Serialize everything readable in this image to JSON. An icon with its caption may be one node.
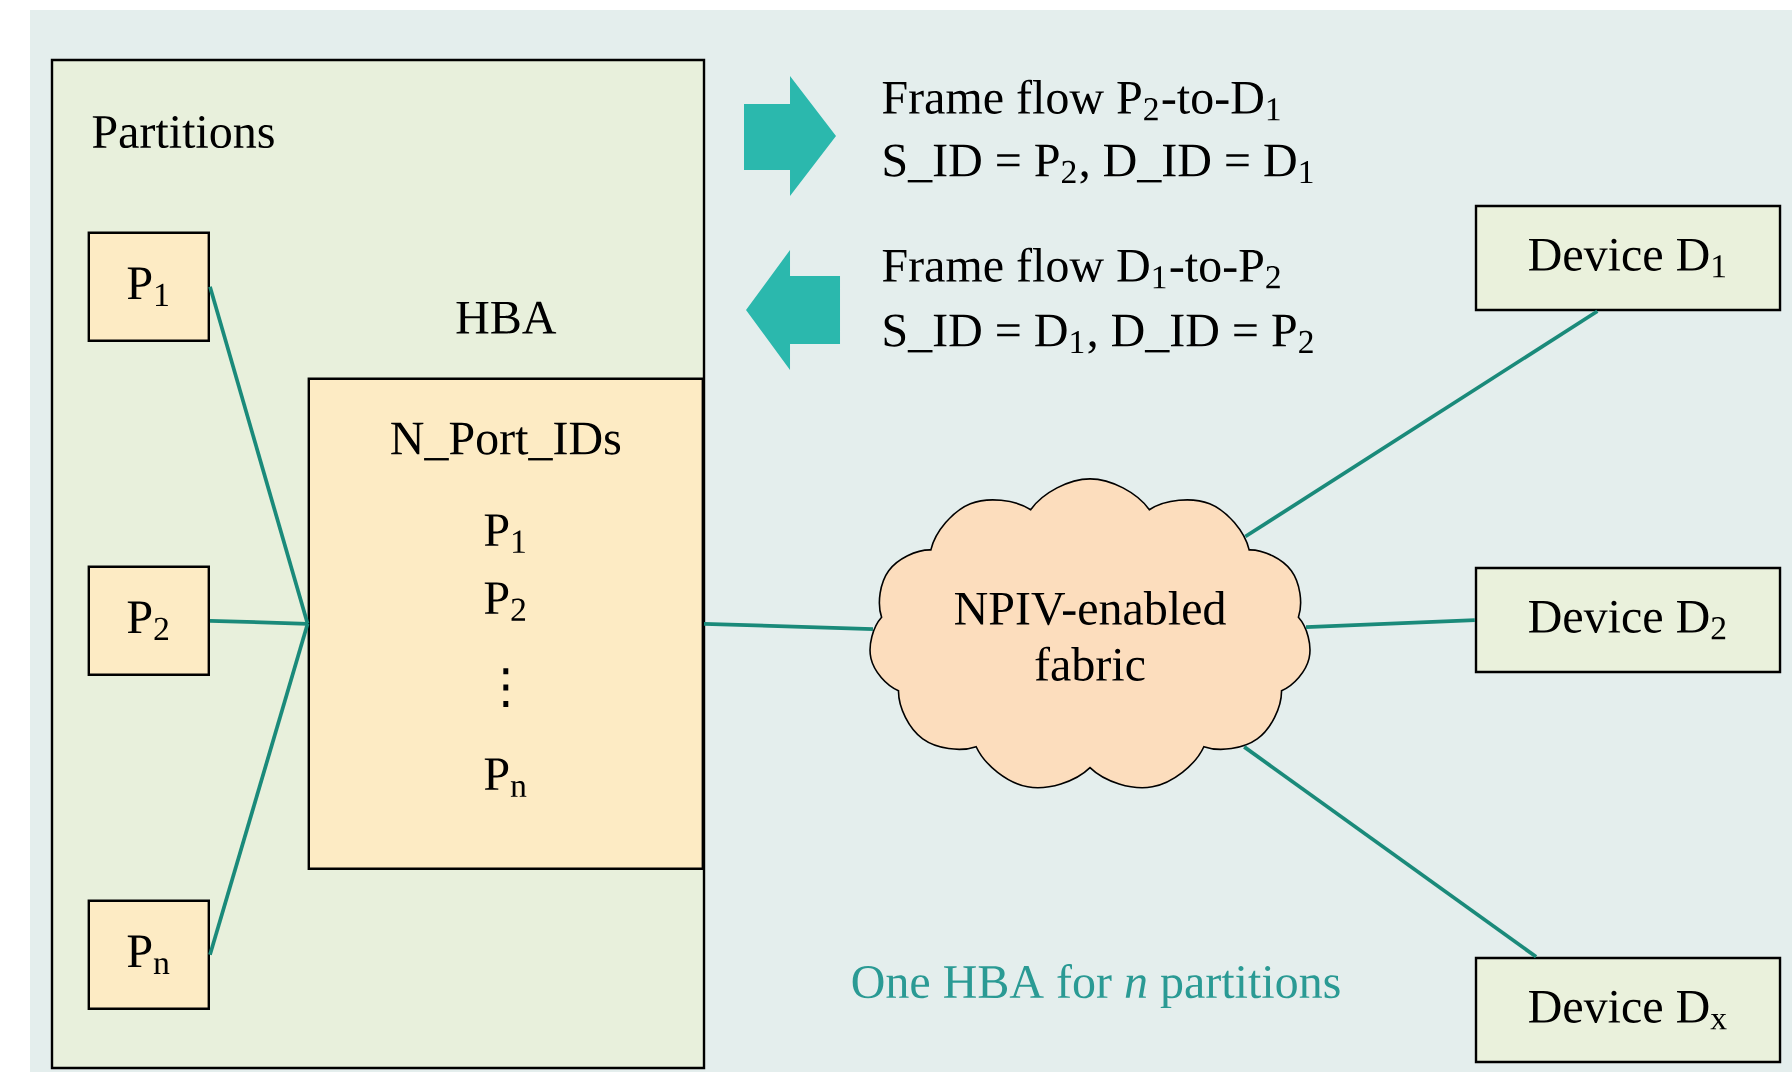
{
  "diagram": {
    "nodes": [
      {
        "text": [
          "Partitions"
        ]
      },
      {
        "text": [
          "P$_{1}$"
        ],
        "in": 0
      },
      {
        "text": [
          "P$_{2}$"
        ],
        "in": 0
      },
      {
        "text": [
          "P$_{n}$"
        ],
        "in": 0
      },
      {
        "text": [
          "HBA",
          "N_Port_IDs",
          "P$_{1}$",
          "P$_{2}$",
          "⋮",
          "P$_{n}$"
        ],
        "in": 0
      },
      {
        "text": [
          "NPIV-enabled fabric"
        ]
      },
      {
        "text": [
          "Device D$_{1}$"
        ]
      },
      {
        "text": [
          "Device D$_{2}$"
        ]
      },
      {
        "text": [
          "Device D$_{x}$"
        ]
      }
    ],
    "edges": [
      {
        "from": 1,
        "to": 4,
        "arrow": "none"
      },
      {
        "from": 2,
        "to": 4,
        "arrow": "none"
      },
      {
        "from": 3,
        "to": 4,
        "arrow": "none"
      },
      {
        "from": 4,
        "to": 5,
        "arrow": "none"
      },
      {
        "from": 5,
        "to": 6,
        "arrow": "none"
      },
      {
        "from": 5,
        "to": 7,
        "arrow": "none"
      },
      {
        "from": 5,
        "to": 8,
        "arrow": "none"
      }
    ],
    "labels": [
      "Frame flow P$_{2}$-to-D$_{1}$",
      "S_ID = P$_{2}$, D_ID = D$_{1}$",
      "Frame flow D$_{1}$-to-P$_{2}$",
      "S_ID = D$_{1}$, D_ID = P$_{2}$",
      "One HBA for *n* partitions"
    ]
  }
}
